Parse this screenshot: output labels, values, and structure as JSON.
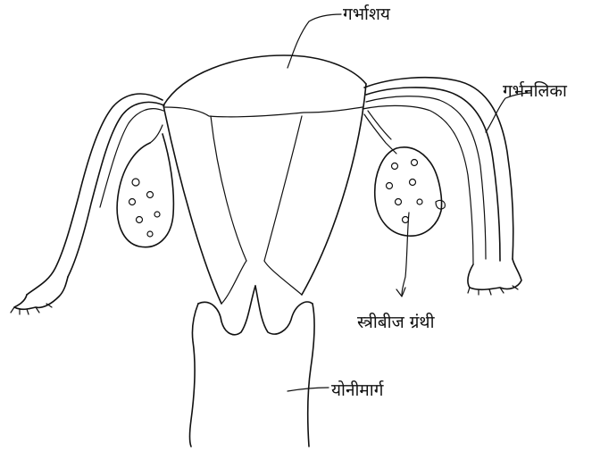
{
  "labels": {
    "uterus": "गर्भाशय",
    "fallopian_tube": "गर्भनलिका",
    "ovary": "स्त्रीबीज ग्रंथी",
    "vagina": "योनीमार्ग"
  }
}
